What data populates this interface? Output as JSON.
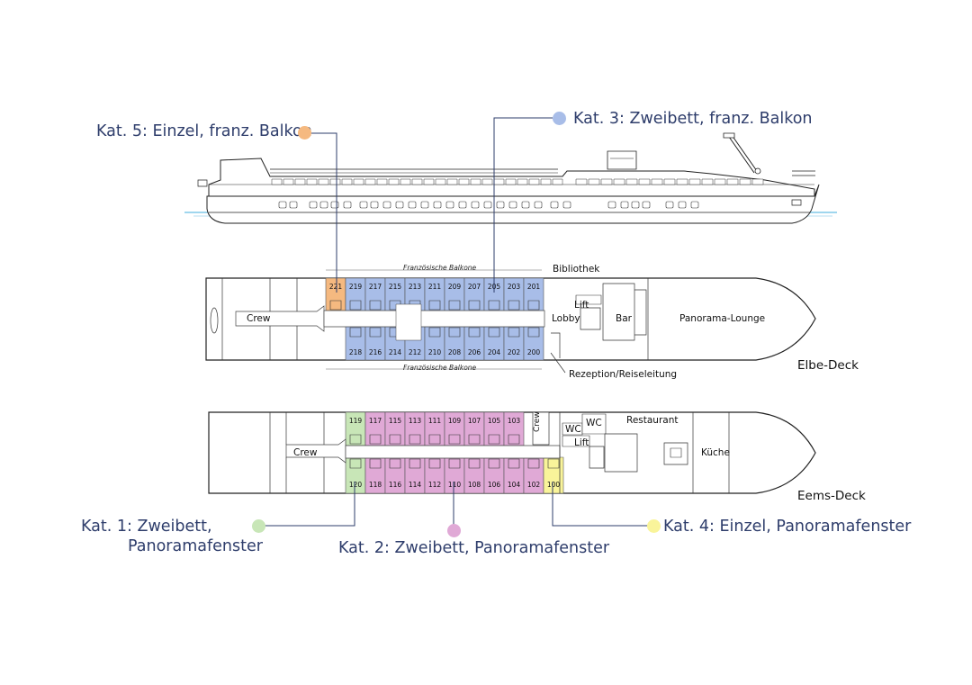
{
  "legend": {
    "kat5": "Kat. 5: Einzel, franz. Balkon",
    "kat3": "Kat. 3: Zweibett, franz. Balkon",
    "kat1_line1": "Kat. 1: Zweibett,",
    "kat1_line2": "Panoramafenster",
    "kat2": "Kat. 2: Zweibett, Panoramafenster",
    "kat4": "Kat. 4: Einzel, Panoramafenster"
  },
  "colors": {
    "kat1": "#c8e6b7",
    "kat2": "#e0a9d6",
    "kat3": "#a8bde8",
    "kat4": "#f9f49a",
    "kat5": "#f5b980",
    "leader": "#2e3d6b",
    "water": "#9fd6ee"
  },
  "elbe": {
    "name": "Elbe-Deck",
    "balkone_top": "Französische Balkone",
    "balkone_bottom": "Französische Balkone",
    "bibliothek": "Bibliothek",
    "lift": "Lift",
    "lobby": "Lobby",
    "bar": "Bar",
    "lounge": "Panorama-Lounge",
    "crew": "Crew",
    "rezeption": "Rezeption/Reiseleitung",
    "top_cabins": [
      "221",
      "219",
      "217",
      "215",
      "213",
      "211",
      "209",
      "207",
      "205",
      "203",
      "201"
    ],
    "top_cats": [
      "kat5",
      "kat3",
      "kat3",
      "kat3",
      "kat3",
      "kat3",
      "kat3",
      "kat3",
      "kat3",
      "kat3",
      "kat3"
    ],
    "bottom_cabins": [
      "218",
      "216",
      "214",
      "212",
      "210",
      "208",
      "206",
      "204",
      "202",
      "200"
    ]
  },
  "eems": {
    "name": "Eems-Deck",
    "crew": "Crew",
    "crew_vertical": "Crew",
    "wc1": "WC",
    "wc2": "WC",
    "lift": "Lift",
    "restaurant": "Restaurant",
    "kueche": "Küche",
    "top_cabins": [
      "119",
      "117",
      "115",
      "113",
      "111",
      "109",
      "107",
      "105",
      "103"
    ],
    "top_cats": [
      "kat1",
      "kat2",
      "kat2",
      "kat2",
      "kat2",
      "kat2",
      "kat2",
      "kat2",
      "kat2"
    ],
    "bottom_cabins": [
      "120",
      "118",
      "116",
      "114",
      "112",
      "110",
      "108",
      "106",
      "104",
      "102",
      "100"
    ],
    "bottom_cats": [
      "kat1",
      "kat2",
      "kat2",
      "kat2",
      "kat2",
      "kat2",
      "kat2",
      "kat2",
      "kat2",
      "kat2",
      "kat4"
    ]
  }
}
